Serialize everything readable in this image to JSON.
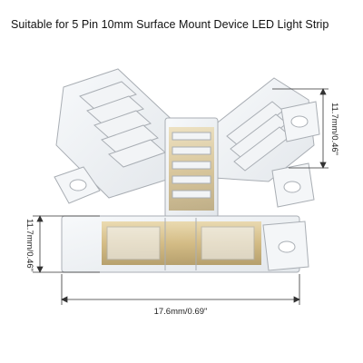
{
  "title": "Suitable for 5 Pin 10mm Surface Mount Device LED Light Strip",
  "dimensions": {
    "right_height": "11.7mm/0.46\"",
    "left_height": "11.7mm/0.46\"",
    "width": "17.6mm/0.69\""
  },
  "colors": {
    "background": "#ffffff",
    "plastic_edge": "#a9aeb4",
    "gold": "#c9a657",
    "dimension_line": "#333333"
  },
  "product": "transparent T-shape connector with gold pins"
}
